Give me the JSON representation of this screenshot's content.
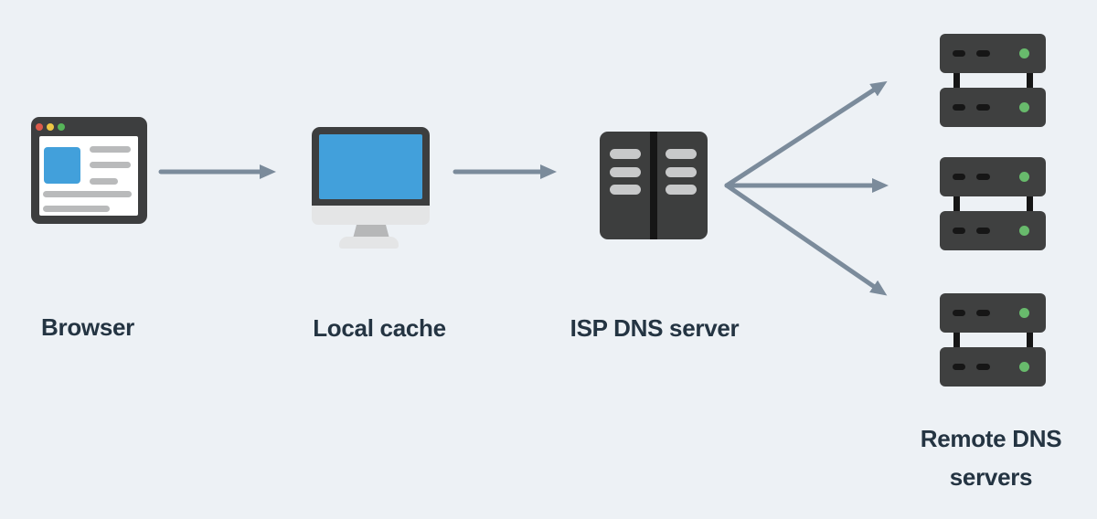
{
  "diagram": {
    "background_color": "#edf1f5",
    "arrow_color": "#7b8b9b",
    "text_color": "#243442",
    "nodes": [
      {
        "id": "browser",
        "label": "Browser",
        "icon": "browser-window-icon"
      },
      {
        "id": "local-cache",
        "label": "Local cache",
        "icon": "desktop-monitor-icon"
      },
      {
        "id": "isp-dns-server",
        "label": "ISP DNS server",
        "icon": "dual-server-tower-icon"
      },
      {
        "id": "remote-dns-servers",
        "label": "Remote DNS servers",
        "label_lines": [
          "Remote DNS",
          "servers"
        ],
        "icon": "server-rack-icon",
        "instance_count": 3
      }
    ],
    "edges": [
      {
        "from": "browser",
        "to": "local-cache"
      },
      {
        "from": "local-cache",
        "to": "isp-dns-server"
      },
      {
        "from": "isp-dns-server",
        "to": "remote-dns-server-1"
      },
      {
        "from": "isp-dns-server",
        "to": "remote-dns-server-2"
      },
      {
        "from": "isp-dns-server",
        "to": "remote-dns-server-3"
      }
    ],
    "icon_colors": {
      "dark_gray": "#3d3e3f",
      "screen_blue": "#42a0db",
      "light_gray": "#e4e5e6",
      "mid_gray": "#b6b7b8",
      "detail_gray": "#c8c9ca",
      "status_green": "#68ba6c",
      "window_dot_red": "#dd5a4b",
      "window_dot_yellow": "#edc644",
      "window_dot_green": "#56b559"
    }
  }
}
